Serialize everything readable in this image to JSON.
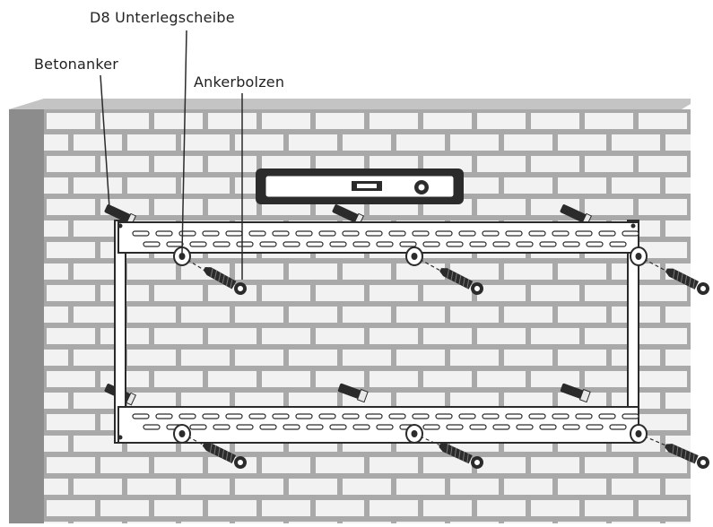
{
  "labels": {
    "betonanker": "Betonanker",
    "d8_unterlegscheibe": "D8 Unterlegscheibe",
    "ankerbolzen": "Ankerbolzen"
  },
  "colors": {
    "brick_face": "#f2f2f2",
    "mortar": "#a9a9a9",
    "wall_side": "#8c8c8c",
    "wall_top": "#c4c4c4",
    "metal_dark": "#2b2b2b",
    "bracket_fill": "#ffffff"
  },
  "icons": {
    "level": "spirit-level-icon",
    "anchor": "concrete-anchor-icon",
    "bolt": "anchor-bolt-icon",
    "washer": "washer-icon"
  }
}
